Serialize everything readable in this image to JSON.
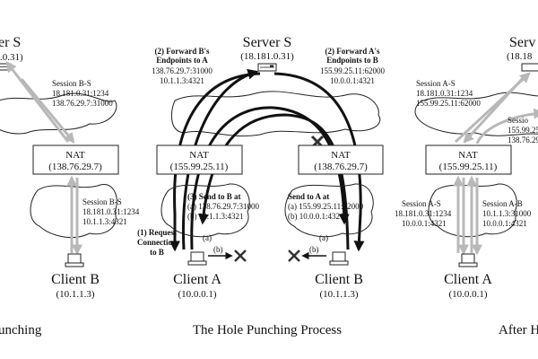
{
  "left_panel": {
    "server_title": "er S",
    "server_addr": ".0.31)",
    "session_title": "Session B-S",
    "session_line1": "18.181.0.31:1234",
    "session_line2": "138.76.29.7:31000",
    "nat_title": "NAT",
    "nat_addr": "(138.76.29.7)",
    "session2_title": "Session B-S",
    "session2_line1": "18.181.0.31:1234",
    "session2_line2": "10.1.1.3:4321",
    "client_title": "Client B",
    "client_addr": "(10.1.1.3)",
    "caption": "unching"
  },
  "middle_panel": {
    "server_title": "Server S",
    "server_addr": "(18.181.0.31)",
    "fwd_b_title1": "(2) Forward B's",
    "fwd_b_title2": "Endpoints to A",
    "fwd_b_line1": "138.76.29.7:31000",
    "fwd_b_line2": "10.1.1.3:4321",
    "fwd_a_title1": "(2) Forward A's",
    "fwd_a_title2": "Endpoints to B",
    "fwd_a_line1": "155.99.25.11:62000",
    "fwd_a_line2": "10.0.0.1:4321",
    "nat_a_title": "NAT",
    "nat_a_addr": "(155.99.25.11)",
    "nat_b_title": "NAT",
    "nat_b_addr": "(138.76.29.7)",
    "send_b_title": "(3) Send to B at",
    "send_b_line1": "(a) 138.76.29.7:31000",
    "send_b_line2": "(b) 10.1.1.3:4321",
    "send_a_title": "Send to A at",
    "send_a_line1": "(a) 155.99.25.11:62000",
    "send_a_line2": "(b) 10.0.0.1:4321",
    "request_line1": "(1) Request",
    "request_line2": "Connection",
    "request_line3": "to B",
    "mark_a": "(a)",
    "mark_b": "(b)",
    "mark_a2": "(a)",
    "mark_b2": "(b)",
    "client_a_title": "Client A",
    "client_a_addr": "(10.0.0.1)",
    "client_b_title": "Client B",
    "client_b_addr": "(10.1.1.3)",
    "caption": "The Hole Punching Process"
  },
  "right_panel": {
    "server_title": "Serv",
    "server_addr": "(18.18",
    "session_title": "Session A-S",
    "session_line1": "18.181.0.31:1234",
    "session_line2": "155.99.25.11:62000",
    "session_b_title": "Sessio",
    "session_b_line1": "155.99.25",
    "session_b_line2": "138.76.29",
    "nat_title": "NAT",
    "nat_addr": "(155.99.25.11)",
    "sess_as_title": "Session A-S",
    "sess_as_line1": "18.181.0.31:1234",
    "sess_as_line2": "10.0.0.1:4321",
    "sess_ab_title": "Session A-B",
    "sess_ab_line1": "10.1.1.3:31000",
    "sess_ab_line2": "10.0.0.1:4321",
    "client_title": "Client A",
    "client_addr": "(10.0.0.1)",
    "caption": "After H"
  },
  "colors": {
    "ink": "#111111",
    "grey_arrow": "#b8b8b8",
    "background": "#ffffff"
  },
  "icons": [
    "server-icon",
    "computer-icon",
    "x-mark-icon",
    "nat-box"
  ]
}
